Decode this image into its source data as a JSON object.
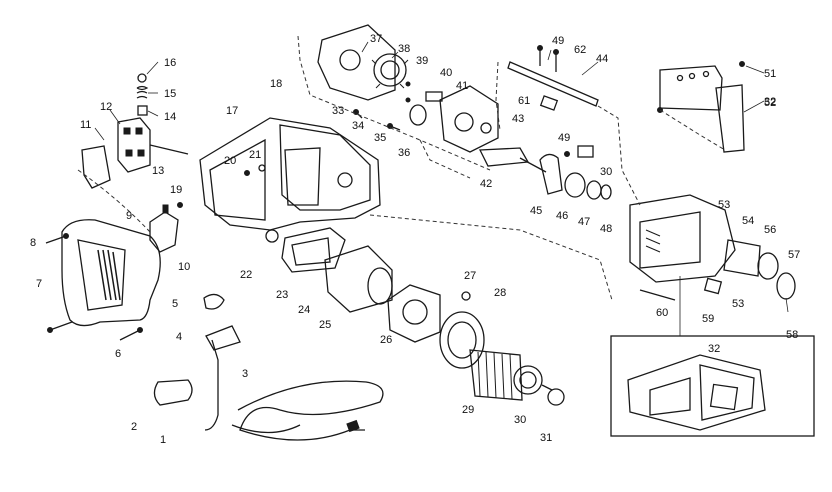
{
  "header_fragment": "",
  "callouts": [
    {
      "id": "p1",
      "text": "1"
    },
    {
      "id": "p2",
      "text": "2"
    },
    {
      "id": "p3",
      "text": "3"
    },
    {
      "id": "p4",
      "text": "4"
    },
    {
      "id": "p5",
      "text": "5"
    },
    {
      "id": "p6",
      "text": "6"
    },
    {
      "id": "p7",
      "text": "7"
    },
    {
      "id": "p8",
      "text": "8"
    },
    {
      "id": "p9",
      "text": "9"
    },
    {
      "id": "p10",
      "text": "10"
    },
    {
      "id": "p11",
      "text": "11"
    },
    {
      "id": "p12",
      "text": "12"
    },
    {
      "id": "p13",
      "text": "13"
    },
    {
      "id": "p14",
      "text": "14"
    },
    {
      "id": "p15",
      "text": "15"
    },
    {
      "id": "p16",
      "text": "16"
    },
    {
      "id": "p17",
      "text": "17"
    },
    {
      "id": "p18",
      "text": "18"
    },
    {
      "id": "p19",
      "text": "19"
    },
    {
      "id": "p20",
      "text": "20"
    },
    {
      "id": "p21",
      "text": "21"
    },
    {
      "id": "p22",
      "text": "22"
    },
    {
      "id": "p23",
      "text": "23"
    },
    {
      "id": "p24",
      "text": "24"
    },
    {
      "id": "p25",
      "text": "25"
    },
    {
      "id": "p26",
      "text": "26"
    },
    {
      "id": "p27",
      "text": "27"
    },
    {
      "id": "p28",
      "text": "28"
    },
    {
      "id": "p29",
      "text": "29"
    },
    {
      "id": "p30a",
      "text": "30"
    },
    {
      "id": "p30b",
      "text": "30"
    },
    {
      "id": "p31",
      "text": "31"
    },
    {
      "id": "p32a",
      "text": "32"
    },
    {
      "id": "p32b",
      "text": "32"
    },
    {
      "id": "p33",
      "text": "33"
    },
    {
      "id": "p34",
      "text": "34"
    },
    {
      "id": "p35",
      "text": "35"
    },
    {
      "id": "p36",
      "text": "36"
    },
    {
      "id": "p37",
      "text": "37"
    },
    {
      "id": "p38",
      "text": "38"
    },
    {
      "id": "p39",
      "text": "39"
    },
    {
      "id": "p40",
      "text": "40"
    },
    {
      "id": "p41",
      "text": "41"
    },
    {
      "id": "p42",
      "text": "42"
    },
    {
      "id": "p43",
      "text": "43"
    },
    {
      "id": "p44",
      "text": "44"
    },
    {
      "id": "p45",
      "text": "45"
    },
    {
      "id": "p46",
      "text": "46"
    },
    {
      "id": "p47",
      "text": "47"
    },
    {
      "id": "p48",
      "text": "48"
    },
    {
      "id": "p49a",
      "text": "49"
    },
    {
      "id": "p49b",
      "text": "49"
    },
    {
      "id": "p51",
      "text": "51"
    },
    {
      "id": "p52",
      "text": "52"
    },
    {
      "id": "p53a",
      "text": "53"
    },
    {
      "id": "p53b",
      "text": "53"
    },
    {
      "id": "p54",
      "text": "54"
    },
    {
      "id": "p56",
      "text": "56"
    },
    {
      "id": "p57",
      "text": "57"
    },
    {
      "id": "p58",
      "text": "58"
    },
    {
      "id": "p59",
      "text": "59"
    },
    {
      "id": "p60",
      "text": "60"
    },
    {
      "id": "p61",
      "text": "61"
    },
    {
      "id": "p62",
      "text": "62"
    }
  ]
}
